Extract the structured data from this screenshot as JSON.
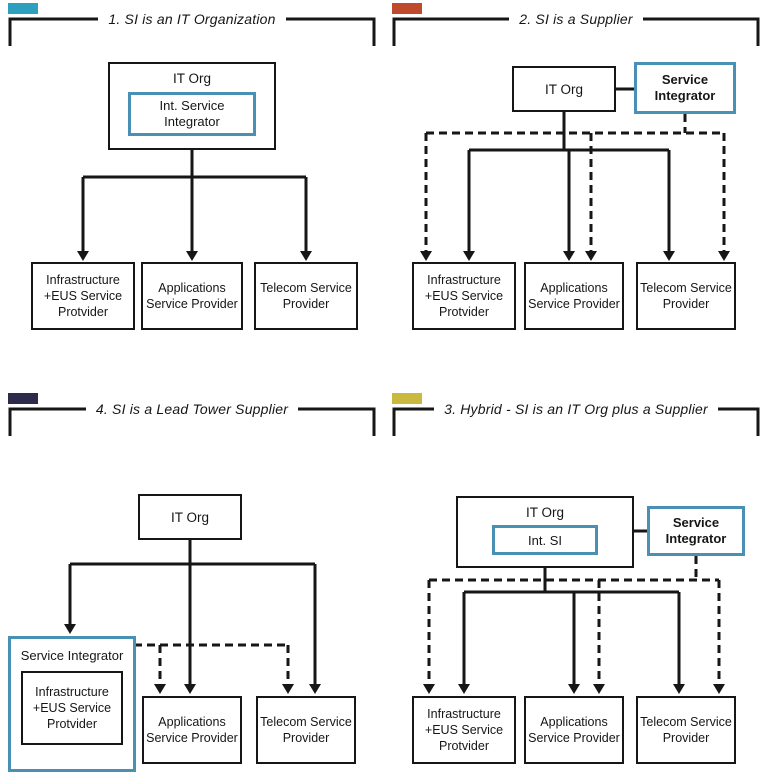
{
  "colors": {
    "line": "#161616",
    "si_border": "#4a90b4",
    "background": "#ffffff"
  },
  "panels": [
    {
      "title": "1. SI is an IT Organization",
      "accent": "#2f9fc0",
      "it_org_label": "IT Org",
      "inner_si_label": "Int. Service Integrator",
      "providers": [
        "Infrastructure +EUS Service Protvider",
        "Applications Service Provider",
        "Telecom Service Provider"
      ]
    },
    {
      "title": "2. SI is a Supplier",
      "accent": "#bf4a2c",
      "it_org_label": "IT Org",
      "service_integrator_label": "Service Integrator",
      "providers": [
        "Infrastructure +EUS Service Protvider",
        "Applications Service Provider",
        "Telecom Service Provider"
      ]
    },
    {
      "title": "4. SI is a Lead Tower Supplier",
      "accent": "#2c2b4c",
      "it_org_label": "IT Org",
      "service_integrator_label": "Service Integrator",
      "si_inner_provider": "Infrastructure +EUS Service Protvider",
      "providers": [
        "Applications Service Provider",
        "Telecom Service Provider"
      ]
    },
    {
      "title": "3. Hybrid - SI is an IT Org plus a Supplier",
      "accent": "#c9ba3f",
      "it_org_label": "IT Org",
      "inner_si_label": "Int. SI",
      "service_integrator_label": "Service Integrator",
      "providers": [
        "Infrastructure +EUS Service Protvider",
        "Applications Service Provider",
        "Telecom Service Provider"
      ]
    }
  ]
}
